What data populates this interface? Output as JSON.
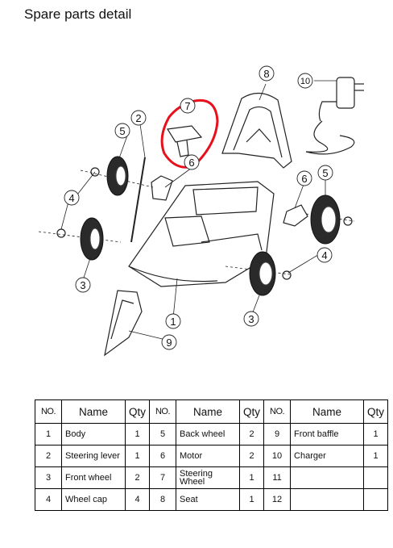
{
  "title": "Spare parts detail",
  "callouts": [
    "1",
    "2",
    "3",
    "3",
    "4",
    "4",
    "5",
    "5",
    "6",
    "6",
    "7",
    "8",
    "9",
    "10"
  ],
  "highlight_color": "#e8101c",
  "table": {
    "headers": [
      "NO.",
      "Name",
      "Qty",
      "NO.",
      "Name",
      "Qty",
      "NO.",
      "Name",
      "Qty"
    ],
    "rows": [
      [
        {
          "no": "1",
          "name": "Body",
          "qty": "1"
        },
        {
          "no": "5",
          "name": "Back wheel",
          "qty": "2"
        },
        {
          "no": "9",
          "name": "Front baffle",
          "qty": "1"
        }
      ],
      [
        {
          "no": "2",
          "name": "Steering lever",
          "qty": "1"
        },
        {
          "no": "6",
          "name": "Motor",
          "qty": "2"
        },
        {
          "no": "10",
          "name": "Charger",
          "qty": "1"
        }
      ],
      [
        {
          "no": "3",
          "name": "Front wheel",
          "qty": "2"
        },
        {
          "no": "7",
          "name": "Steering Wheel",
          "qty": "1"
        },
        {
          "no": "11",
          "name": "",
          "qty": ""
        }
      ],
      [
        {
          "no": "4",
          "name": "Wheel cap",
          "qty": "4"
        },
        {
          "no": "8",
          "name": "Seat",
          "qty": "1"
        },
        {
          "no": "12",
          "name": "",
          "qty": ""
        }
      ]
    ]
  }
}
